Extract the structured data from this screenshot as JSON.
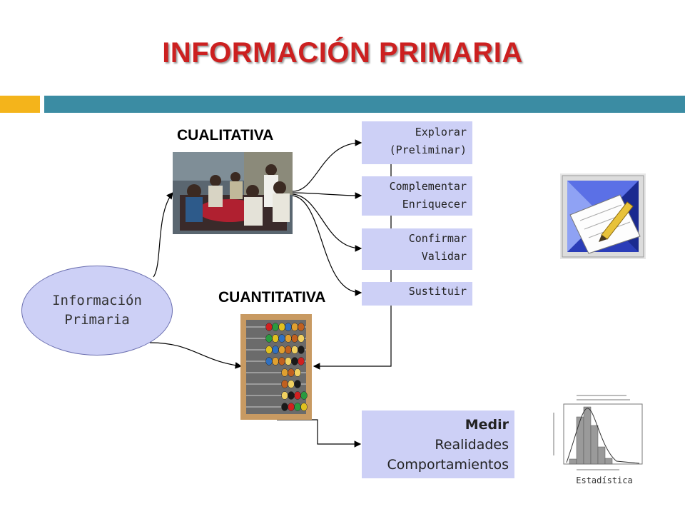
{
  "title": "INFORMACIÓN PRIMARIA",
  "headings": {
    "qualitative": "CUALITATIVA",
    "quantitative": "CUANTITATIVA"
  },
  "source_node": {
    "line1": "Información",
    "line2": "Primaria"
  },
  "qualitative_purposes": [
    {
      "line1": "Explorar",
      "line2": "(Preliminar)"
    },
    {
      "line1": "Complementar",
      "line2": "Enriquecer"
    },
    {
      "line1": "Confirmar",
      "line2": "Validar"
    },
    {
      "line1": "Sustituir",
      "line2": ""
    }
  ],
  "quantitative_purpose": {
    "line1": "Medir",
    "line2": "Realidades",
    "line3": "Comportamientos"
  },
  "stats_caption": "Estadística",
  "colors": {
    "title": "#cc2020",
    "accent_orange": "#f4b41b",
    "accent_teal": "#3b8ca3",
    "box_fill": "#cdd0f6"
  }
}
